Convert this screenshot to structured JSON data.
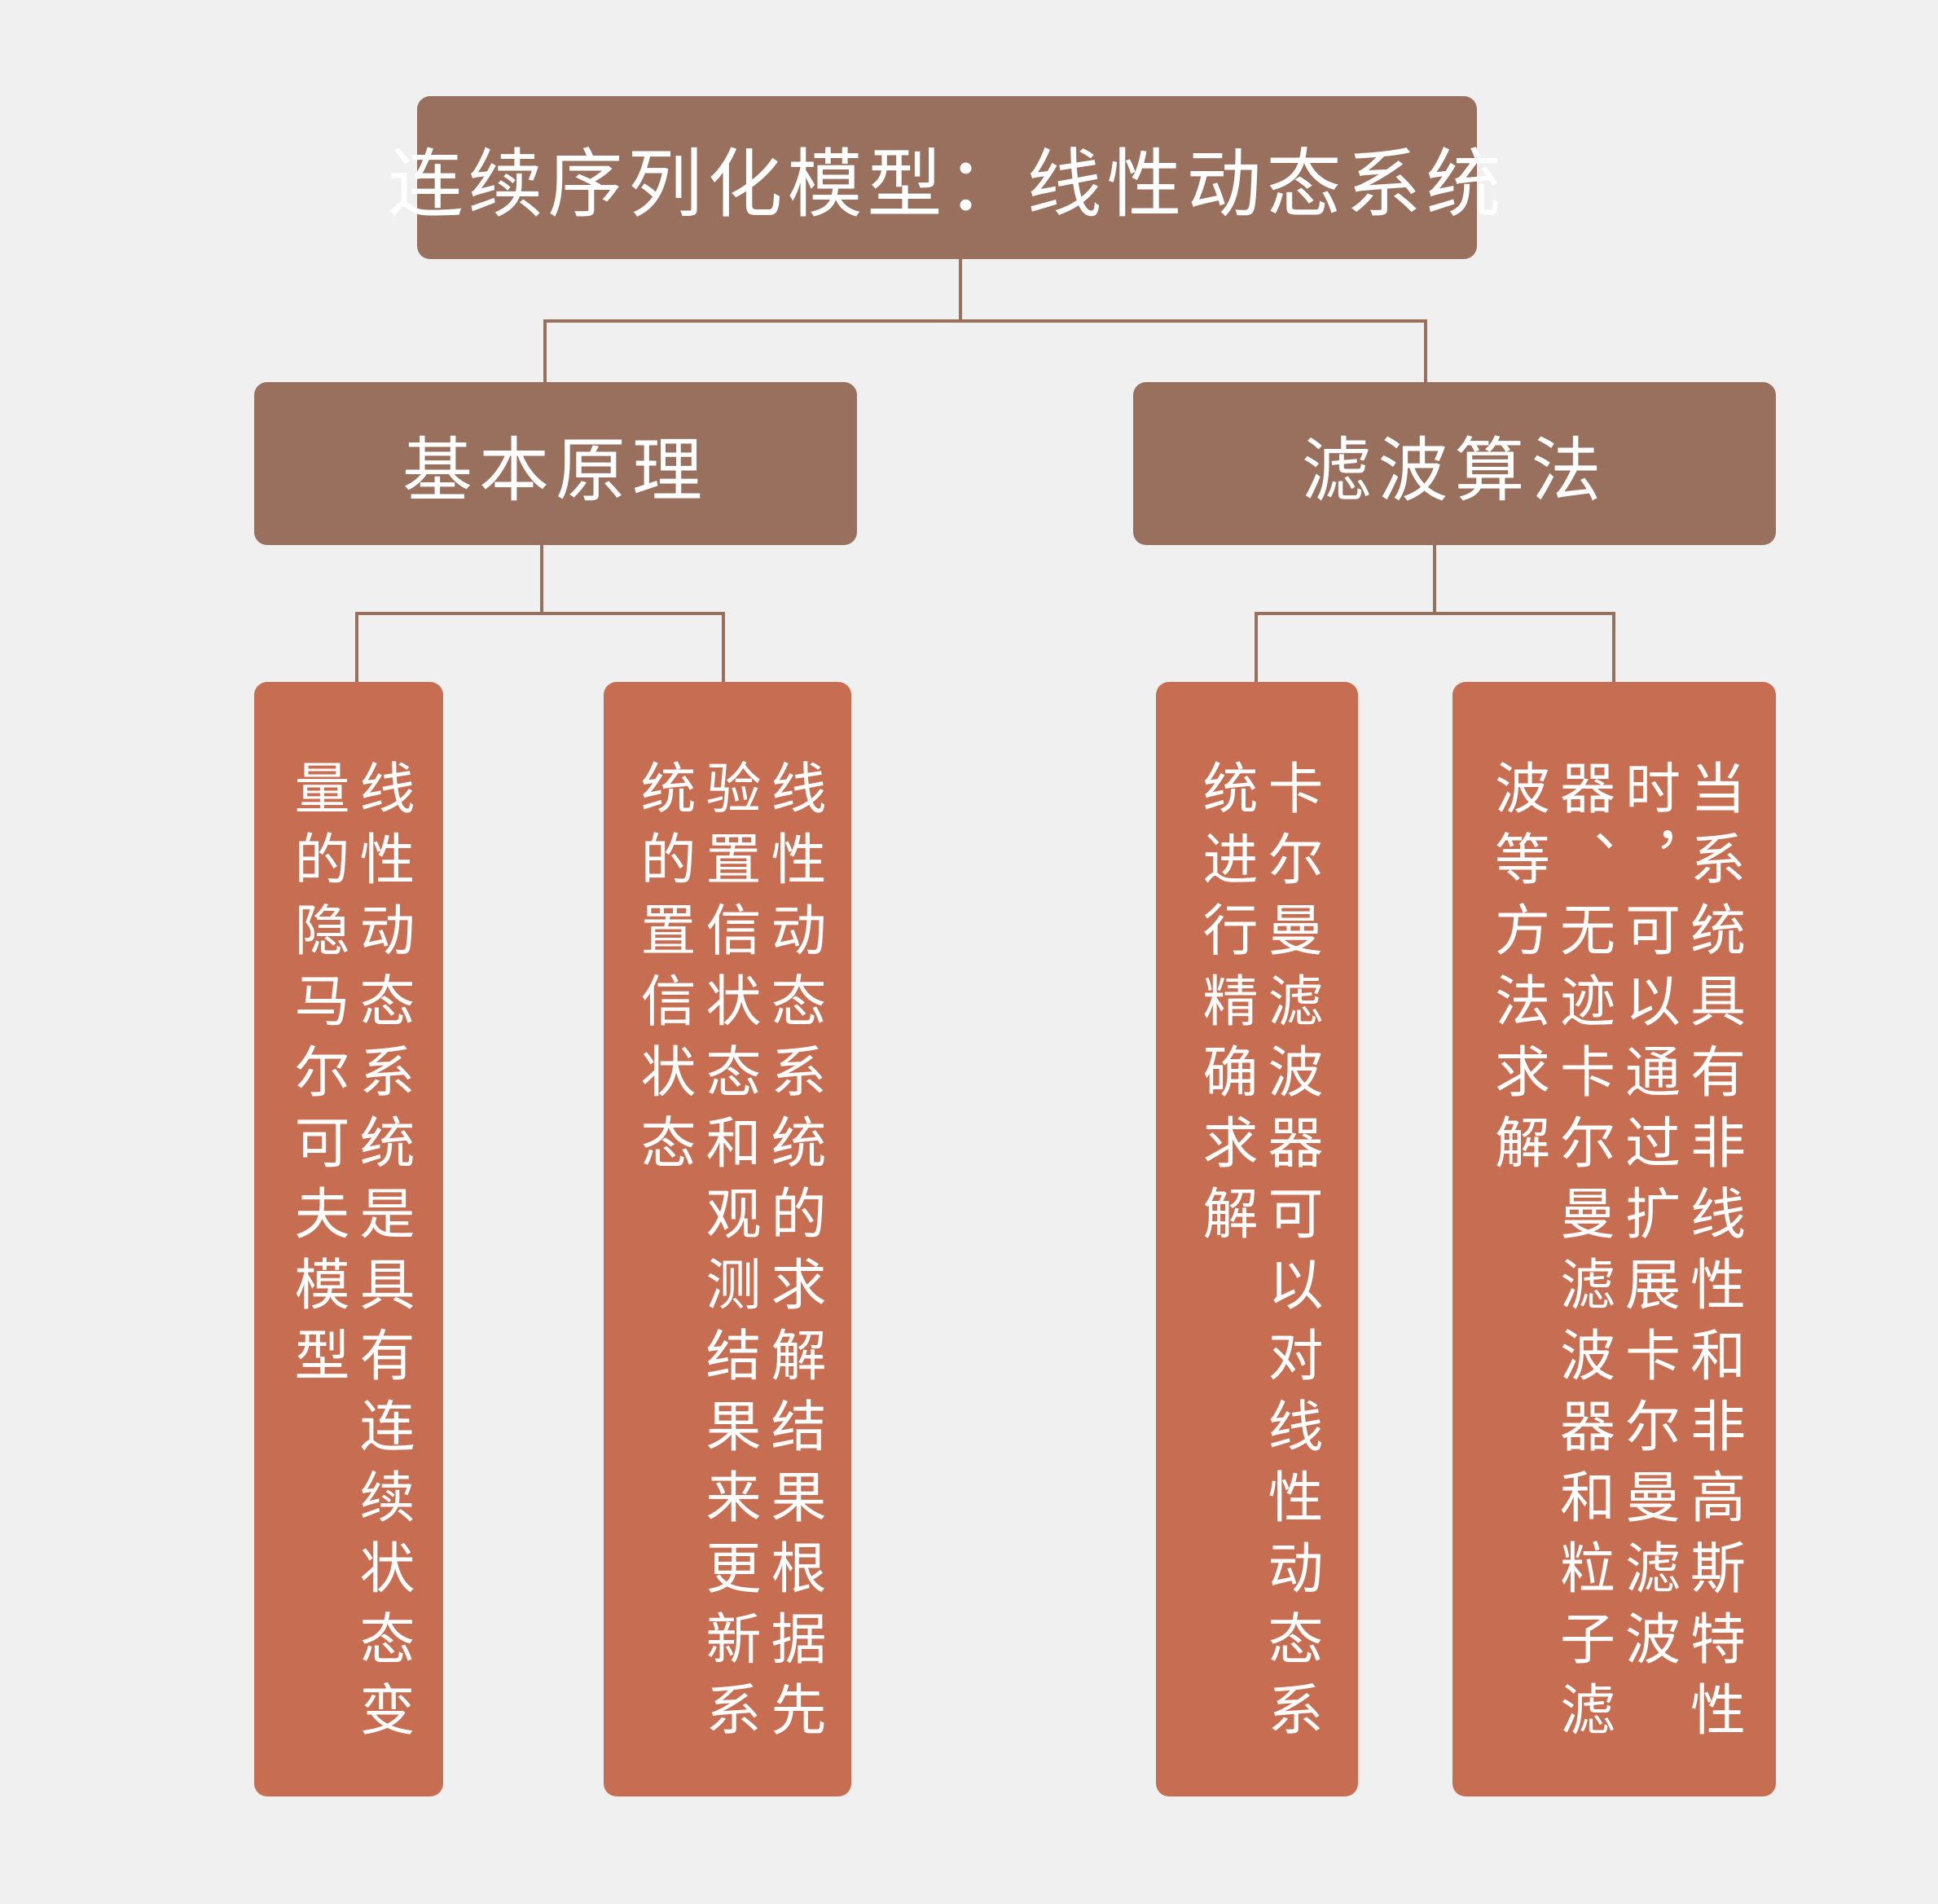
{
  "root": {
    "label": "连续序列化模型：线性动态系统"
  },
  "branches": [
    {
      "label": "基本原理",
      "leaves": [
        {
          "text": "线性动态系统是具有连续状态变量的隐马尔可夫模型"
        },
        {
          "text": "线性动态系统的求解结果根据先验置信状态和观测结果来更新系统的置信状态"
        }
      ]
    },
    {
      "label": "滤波算法",
      "leaves": [
        {
          "text": "卡尔曼滤波器可以对线性动态系统进行精确求解"
        },
        {
          "text": "当系统具有非线性和非高斯特性时，可以通过扩展卡尔曼滤波器、无迹卡尔曼滤波器和粒子滤波等方法求解"
        }
      ]
    }
  ],
  "colors": {
    "background": "#f0f0f0",
    "node": "#98705d",
    "leaf": "#c76e52",
    "connector": "#98705d",
    "text": "#ffffff"
  }
}
